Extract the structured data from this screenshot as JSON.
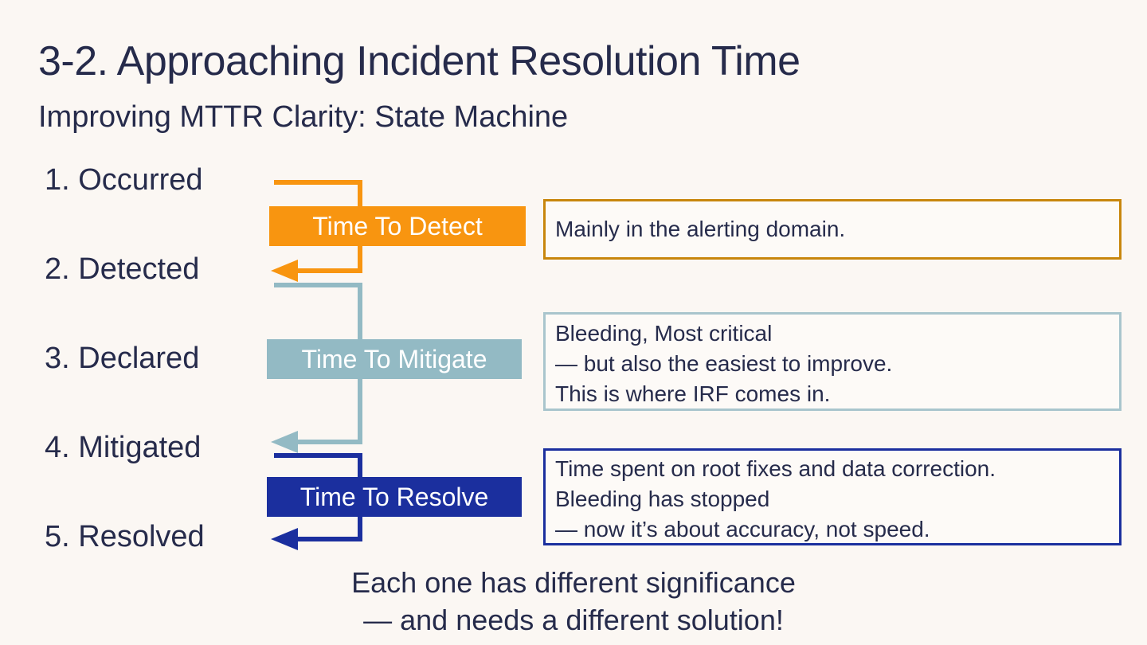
{
  "slide": {
    "background_color": "#FBF7F3",
    "title": "3-2. Approaching Incident Resolution Time",
    "subtitle": "Improving MTTR Clarity: State Machine"
  },
  "states": [
    {
      "label": "1. Occurred"
    },
    {
      "label": "2. Detected"
    },
    {
      "label": "3. Declared"
    },
    {
      "label": "4. Mitigated"
    },
    {
      "label": "5. Resolved"
    }
  ],
  "phases": [
    {
      "chip_label": "Time To Detect",
      "color": "#F89510",
      "from_state": "1. Occurred",
      "to_state": "2. Detected"
    },
    {
      "chip_label": "Time To Mitigate",
      "color": "#93BAC4",
      "from_state": "2. Detected",
      "to_state": "4. Mitigated"
    },
    {
      "chip_label": "Time To Resolve",
      "color": "#1B2F9E",
      "from_state": "4. Mitigated",
      "to_state": "5. Resolved"
    }
  ],
  "callouts": [
    {
      "border_color": "#C8860D",
      "lines": [
        "Mainly in the alerting domain."
      ]
    },
    {
      "border_color": "#A9C5CD",
      "lines": [
        "Bleeding, Most critical",
        "— but also the easiest to improve.",
        "This is where IRF comes in."
      ]
    },
    {
      "border_color": "#1B2F9E",
      "lines": [
        "Time spent on root fixes and data correction.",
        "Bleeding has stopped",
        "— now it’s about accuracy, not speed."
      ]
    }
  ],
  "footer": {
    "line1": "Each one has different significance",
    "line2": "— and needs a different solution!"
  }
}
